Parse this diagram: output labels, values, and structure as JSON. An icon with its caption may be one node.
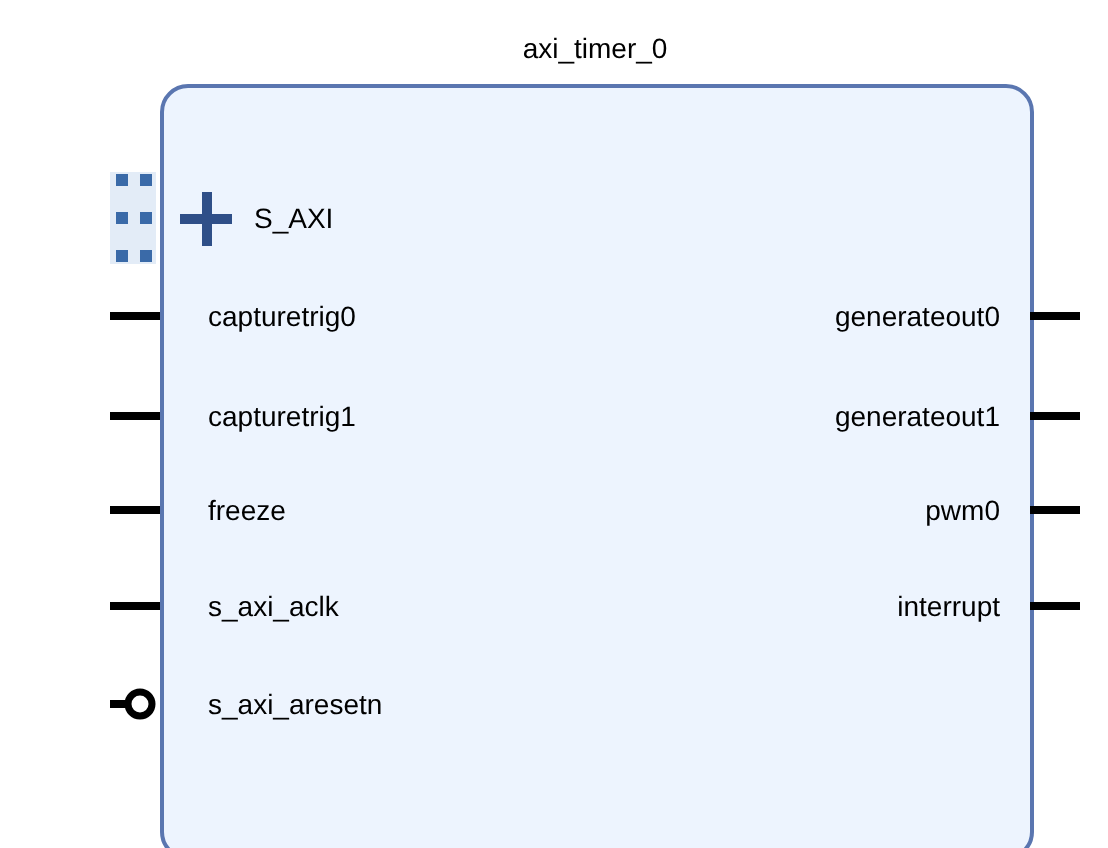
{
  "diagram": {
    "nodes": [
      {
        "text": [
          "axi_timer_0"
        ]
      }
    ],
    "labels": [
      "S_AXI",
      "capturetrig0",
      "generateout0",
      "capturetrig1",
      "generateout1",
      "freeze",
      "pwm0",
      "s_axi_aclk",
      "interrupt",
      "s_axi_aresetn"
    ]
  }
}
